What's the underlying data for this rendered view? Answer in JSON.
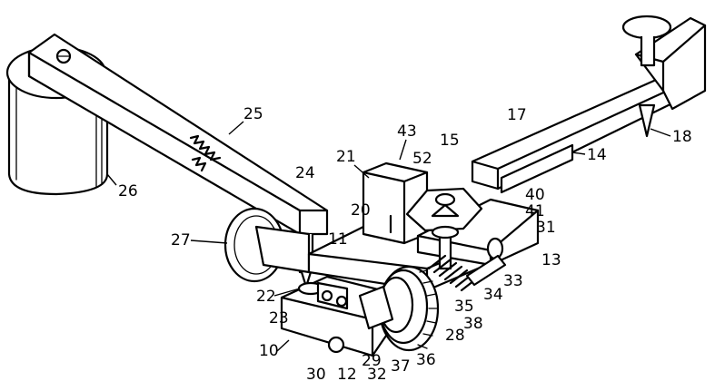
{
  "figure": {
    "labels": {
      "l10": "10",
      "l11": "11",
      "l12": "12",
      "l13": "13",
      "l14": "14",
      "l15": "15",
      "l17": "17",
      "l18": "18",
      "l20": "20",
      "l21": "21",
      "l22": "22",
      "l23": "23",
      "l24": "24",
      "l25": "25",
      "l26": "26",
      "l27": "27",
      "l28": "28",
      "l29": "29",
      "l30": "30",
      "l31": "31",
      "l32": "32",
      "l33": "33",
      "l34": "34",
      "l35": "35",
      "l36": "36",
      "l37": "37",
      "l38": "38",
      "l40": "40",
      "l41": "41",
      "l43": "43",
      "l52": "52"
    }
  }
}
